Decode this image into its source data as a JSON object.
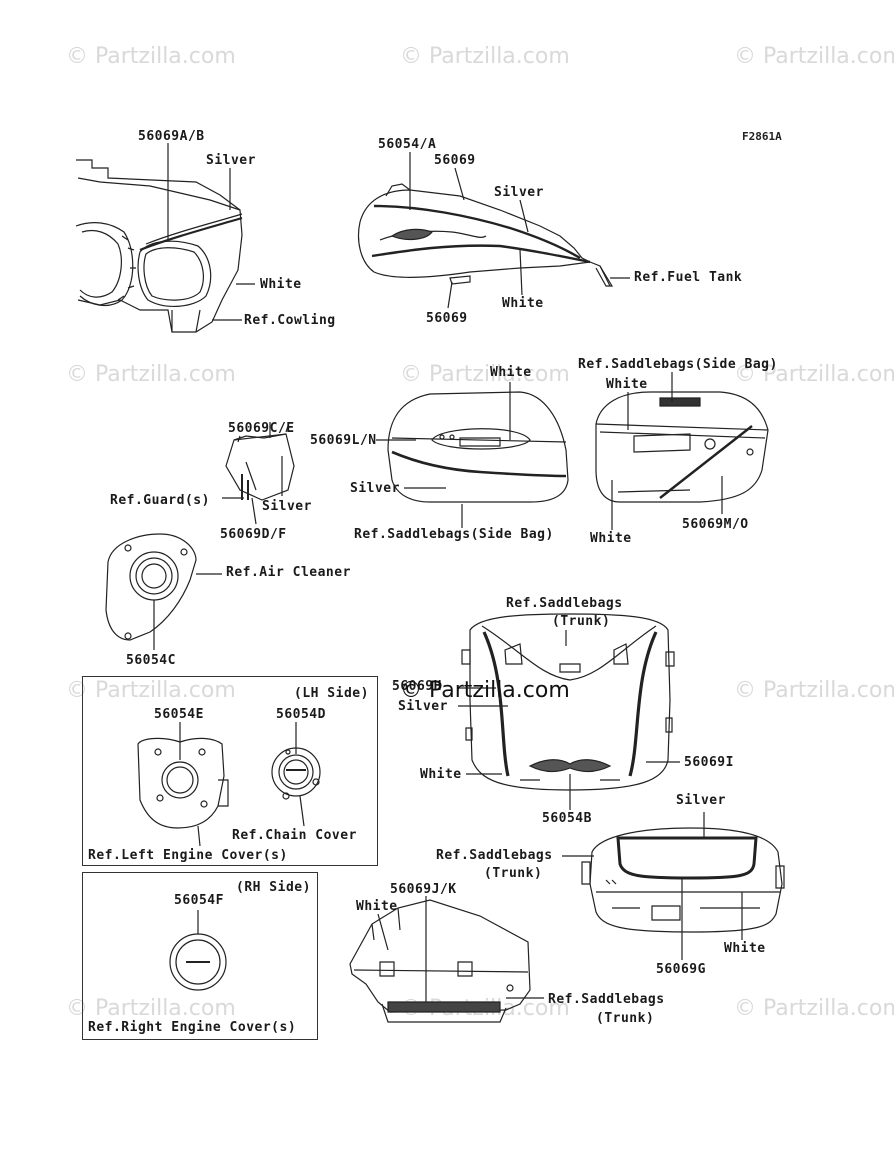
{
  "figure_id": "F2861A",
  "watermark": "© Partzilla.com",
  "watermark_center": "© Partzilla.com",
  "labels": {
    "p56069AB": "56069A/B",
    "silver_cowl": "Silver",
    "white_cowl": "White",
    "ref_cowling": "Ref.Cowling",
    "p56054A": "56054/A",
    "p56069_top": "56069",
    "silver_tank": "Silver",
    "ref_fuel_tank": "Ref.Fuel Tank",
    "white_tank": "White",
    "p56069_bot": "56069",
    "white_bag_l": "White",
    "ref_saddle_side_r": "Ref.Saddlebags(Side Bag)",
    "white_bag_r": "White",
    "p56069CE": "56069C/E",
    "p56069LN": "56069L/N",
    "silver_bag_l": "Silver",
    "ref_guards": "Ref.Guard(s)",
    "silver_guard": "Silver",
    "p56069DF": "56069D/F",
    "ref_saddle_side_l": "Ref.Saddlebags(Side Bag)",
    "white_bag_r_bot": "White",
    "p56069MO": "56069M/O",
    "ref_air_cleaner": "Ref.Air Cleaner",
    "p56054C": "56054C",
    "ref_saddle_trunk_1": "Ref.Saddlebags",
    "trunk_1": "(Trunk)",
    "p56069H": "56069H",
    "silver_trunk_1": "Silver",
    "white_trunk_1": "White",
    "p56069I": "56069I",
    "p56054B": "56054B",
    "lh_side": "(LH Side)",
    "p56054E": "56054E",
    "p56054D": "56054D",
    "ref_chain_cover": "Ref.Chain Cover",
    "ref_left_engine": "Ref.Left Engine Cover(s)",
    "rh_side": "(RH Side)",
    "p56054F": "56054F",
    "ref_right_engine": "Ref.Right Engine Cover(s)",
    "p56069JK": "56069J/K",
    "white_trunk_2": "White",
    "ref_saddle_trunk_2": "Ref.Saddlebags",
    "trunk_2": "(Trunk)",
    "silver_trunk_3": "Silver",
    "ref_saddle_trunk_3": "Ref.Saddlebags",
    "trunk_3": "(Trunk)",
    "white_trunk_3": "White",
    "p56069G": "56069G"
  }
}
